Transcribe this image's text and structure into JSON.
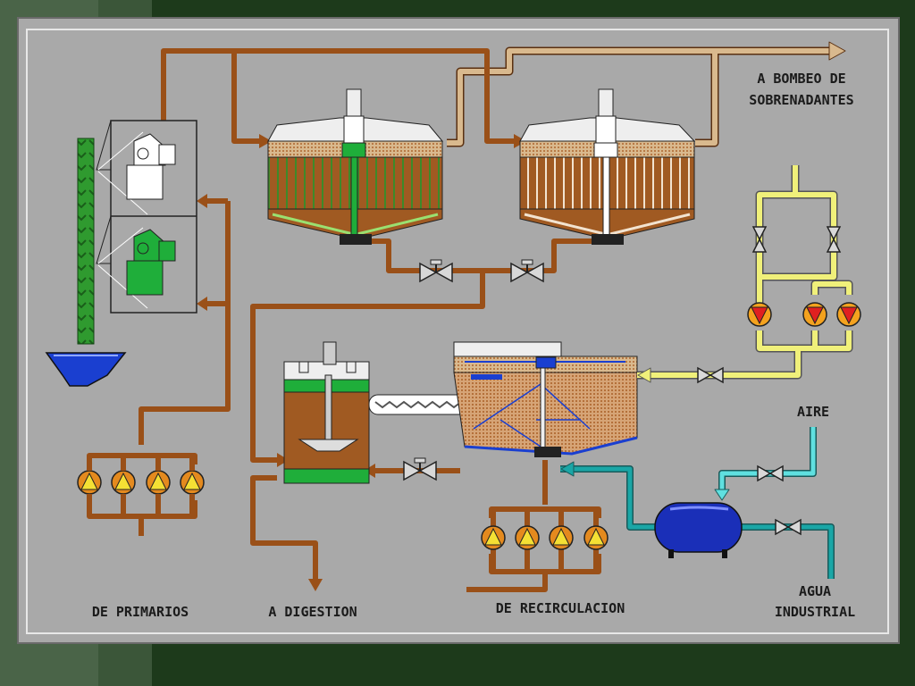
{
  "colors": {
    "sludge_pipe": "#9a5018",
    "supernatant_pipe": "#d9b98e",
    "air_line": "#f0f07a",
    "water_line": "#1aa6a6",
    "panel": "#a9a9a9",
    "background": "#1f3a1c"
  },
  "labels": {
    "bombeo_line1": "A BOMBEO DE",
    "bombeo_line2": "SOBRENADANTES",
    "aire": "AIRE",
    "agua_line1": "AGUA",
    "agua_line2": "INDUSTRIAL",
    "de_primarios": "DE PRIMARIOS",
    "a_digestion": "A DIGESTION",
    "de_recirculacion": "DE RECIRCULACION"
  },
  "icons": [
    "pump-icon",
    "valve-icon",
    "thickener-tank-icon",
    "screw-conveyor-icon",
    "flotation-tank-icon",
    "pressure-vessel-icon",
    "hopper-icon",
    "belt-conveyor-icon"
  ]
}
